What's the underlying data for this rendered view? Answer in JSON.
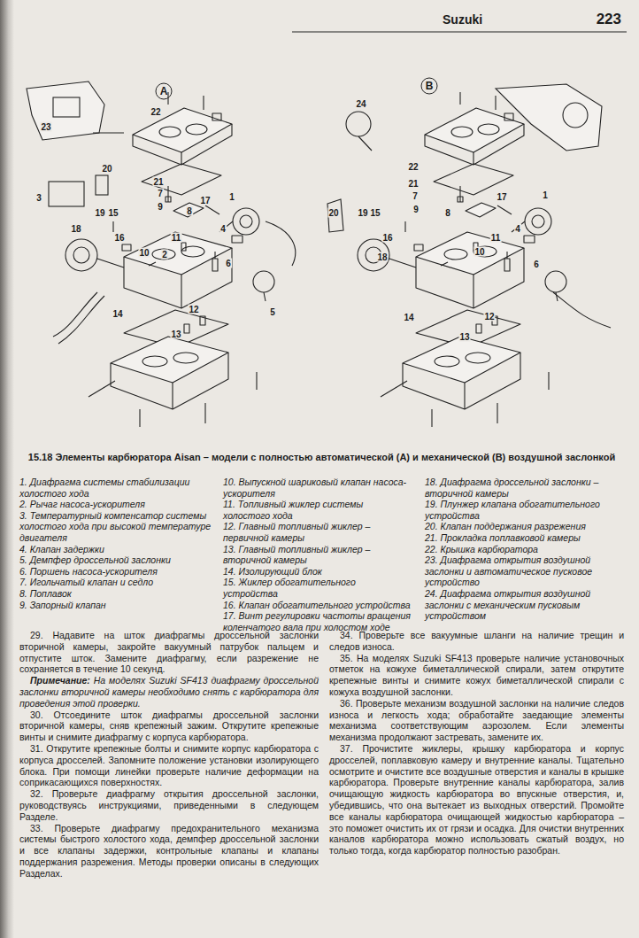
{
  "diagram": {
    "caption": "15.18 Элементы карбюратора Aisan – модели с полностью автоматической (A) и механической (B) воздушной заслонкой",
    "labels": [
      "Suzuki",
      "223",
      "A",
      "B",
      "22",
      "23",
      "20",
      "3",
      "21",
      "7",
      "9",
      "8",
      "17",
      "1",
      "19",
      "15",
      "16",
      "18",
      "11",
      "10",
      "2",
      "4",
      "6",
      "5",
      "14",
      "12",
      "13",
      "24",
      "22",
      "21",
      "7",
      "9",
      "8",
      "17",
      "1",
      "20",
      "19",
      "15",
      "16",
      "18",
      "11",
      "10",
      "4",
      "6",
      "14",
      "12",
      "13",
      "1. Диафрагма системы стабилизации холостого хода",
      "2. Рычаг насоса-ускорителя",
      "3. Температурный компенсатор системы холостого хода при высокой температуре двигателя",
      "4. Клапан задержки",
      "5. Демпфер дроссельной заслонки",
      "6. Поршень насоса-ускорителя",
      "7. Игольчатый клапан и седло",
      "8. Поплавок",
      "9. Запорный клапан",
      "10. Выпускной шариковый клапан насоса-ускорителя",
      "11. Топливный жиклер системы холостого хода",
      "12. Главный топливный жиклер – первичной камеры",
      "13. Главный топливный жиклер – вторичной камеры",
      "14. Изолирующий блок",
      "15. Жиклер обогатительного устройства",
      "16. Клапан обогатительного устройства",
      "17. Винт регулировки частоты вращения коленчатого вала при холостом ходе",
      "18. Диафрагма дроссельной заслонки – вторичной камеры",
      "19. Плунжер клапана обогатительного устройства",
      "20. Клапан поддержания разрежения",
      "21. Прокладка поплавковой камеры",
      "22. Крышка карбюратора",
      "23. Диафрагма открытия воздушной заслонки и автоматическое пусковое устройство",
      "24. Диафрагма открытия воздушной заслонки с механическим пусковым устройством",
      "29. Надавите на шток диафрагмы дроссельной заслонки вторичной камеры, закройте вакуумный патрубок пальцем и отпустите шток. Замените диафрагму, если разрежение не сохраняется в течение 10 секунд.",
      "Примечание:",
      "На моделях Suzuki SF413 диафрагму дроссельной заслонки вторичной камеры необходимо снять с карбюратора для проведения этой проверки.",
      "30. Отсоедините шток диафрагмы дроссельной заслонки вторичной камеры, сняв крепежный зажим. Открутите крепежные винты и снимите диафрагму с корпуса карбюратора.",
      "31. Открутите крепежные болты и снимите корпус карбюратора с корпуса дросселей. Запомните положение установки изолирующего блока. При помощи линейки проверьте наличие деформации на соприкасающихся поверхностях.",
      "32. Проверьте диафрагму открытия дроссельной заслонки, руководствуясь инструкциями, приведенными в следующем Разделе.",
      "33. Проверьте диафрагму предохранительного механизма системы быстрого холостого хода, демпфер дроссельной заслонки и все клапаны задержки, контрольные клапаны и клапаны поддержания разрежения. Методы проверки описаны в следующих Разделах.",
      "34. Проверьте все вакуумные шланги на наличие трещин и следов износа.",
      "35. На моделях Suzuki SF413 проверьте наличие установочных отметок на кожухе биметаллической спирали, затем открутите крепежные винты и снимите кожух биметаллической спирали с кожуха воздушной заслонки.",
      "36. Проверьте механизм воздушной заслонки на наличие следов износа и легкость хода; обработайте заедающие элементы механизма соответствующим аэрозолем. Если элементы механизма продолжают застревать, замените их.",
      "37. Прочистите жиклеры, крышку карбюратора и корпус дросселей, поплавковую камеру и внутренние каналы. Тщательно осмотрите и очистите все воздушные отверстия и каналы в крышке карбюратора. Проверьте внутренние каналы карбюратора, залив очищающую жидкость карбюратора во впускные отверстия, и, убедившись, что она вытекает из выходных отверстий. Промойте все каналы карбюратора очищающей жидкостью карбюратора – это поможет очистить их от грязи и осадка. Для очистки внутренних каналов карбюратора можно использовать сжатый воздух, но только тогда, когда карбюратор полностью разобран."
    ]
  }
}
